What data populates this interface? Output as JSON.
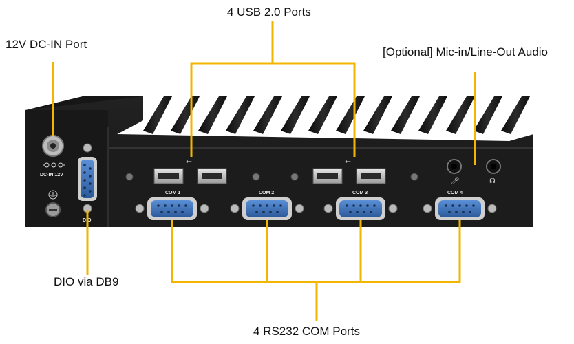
{
  "callouts": {
    "usb": "4 USB 2.0 Ports",
    "dc_in": "12V DC-IN Port",
    "audio": "[Optional] Mic-in/Line-Out Audio",
    "dio": "DIO via DB9",
    "com": "4 RS232 COM Ports"
  },
  "panel": {
    "dc_label": "DC-IN 12V",
    "dio_label": "DIO",
    "com_labels": [
      "COM 1",
      "COM 2",
      "COM 3",
      "COM 4"
    ]
  },
  "colors": {
    "callout_line": "#f2b600",
    "chassis": "#1a1a1a",
    "db9_blue": "#3a6fb5"
  }
}
